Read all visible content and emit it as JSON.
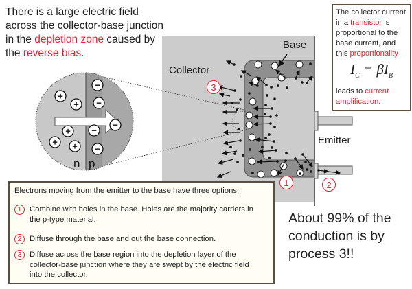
{
  "intro": {
    "text_before": "There is a large electric field across the collector-base junction in the ",
    "highlight1": "depletion zone",
    "text_middle": " caused by the ",
    "highlight2": "reverse bias",
    "text_end": "."
  },
  "ratio_box": {
    "t1": "The collector current in a ",
    "transistor": "transistor",
    "t2": " is proportional to the base current, and this ",
    "proportionality": "proportionality",
    "formula_lhs": "I",
    "formula_lhs_sub": "C",
    "formula_mid": " = βI",
    "formula_rhs_sub": "B",
    "t3": "leads to ",
    "amplification": "current amplification",
    "t4": "."
  },
  "labels": {
    "collector": "Collector",
    "base": "Base",
    "emitter": "Emitter",
    "n": "n",
    "p": "p",
    "plus": "+",
    "minus": "−"
  },
  "markers": [
    "1",
    "2",
    "3"
  ],
  "options": {
    "heading": "Electrons moving from the emitter to the base have three options:",
    "items": [
      {
        "num": "1",
        "text": "Combine with holes in the base. Holes are the majority carriers in the p-type material."
      },
      {
        "num": "2",
        "text": "Diffuse through the base and out the base connection."
      },
      {
        "num": "3",
        "text": "Diffuse across the base region into the depletion layer of the collector-base junction where they are swept by the electric field into the collector."
      }
    ]
  },
  "conclusion": "About 99% of the conduction is by process 3!!",
  "colors": {
    "accent": "#e8202f",
    "collector": "#cccccc",
    "base": "#8f8f8f",
    "border": "#5a4e40"
  }
}
